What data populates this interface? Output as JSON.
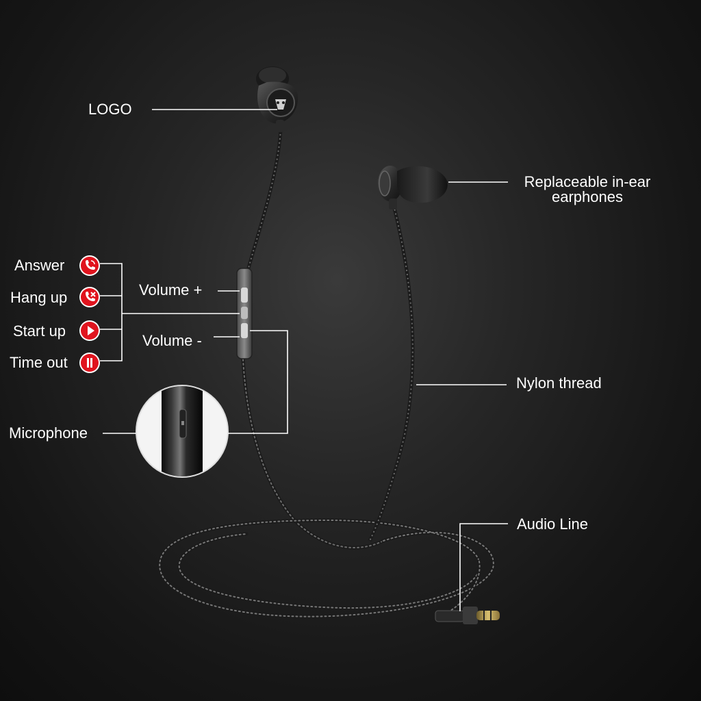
{
  "labels": {
    "logo": "LOGO",
    "replaceable_line1": "Replaceable in-ear",
    "replaceable_line2": "earphones",
    "answer": "Answer",
    "hang_up": "Hang up",
    "start_up": "Start up",
    "time_out": "Time out",
    "volume_plus": "Volume +",
    "volume_minus": "Volume -",
    "nylon_thread": "Nylon thread",
    "microphone": "Microphone",
    "audio_line": "Audio Line"
  },
  "colors": {
    "accent_red": "#e0141e",
    "text": "#ffffff",
    "callout_line": "#ffffff"
  },
  "icons": {
    "answer": "phone-answer-icon",
    "hang_up": "phone-hangup-icon",
    "start_up": "play-icon",
    "time_out": "pause-icon"
  }
}
